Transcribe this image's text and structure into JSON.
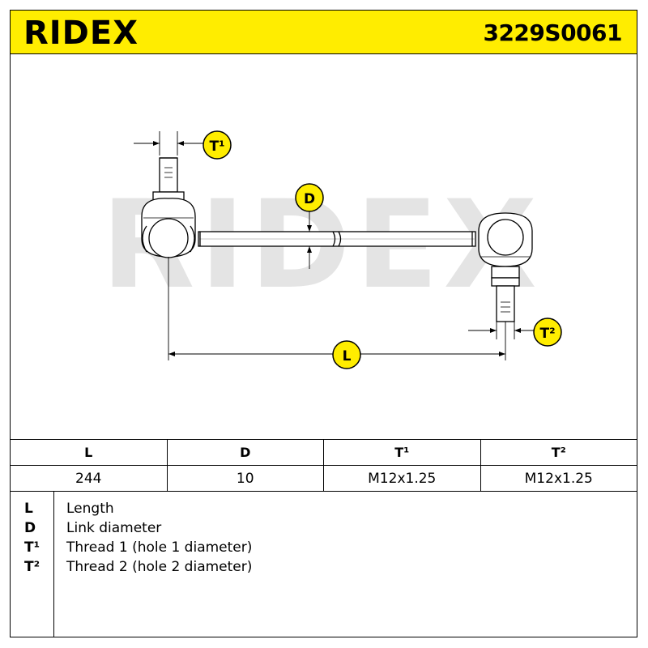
{
  "header": {
    "brand": "RIDEX",
    "part_number": "3229S0061",
    "background": "#ffed00"
  },
  "drawing": {
    "watermark": "RIDEX",
    "callouts": {
      "t1": "T¹",
      "t2": "T²",
      "d": "D",
      "l": "L"
    }
  },
  "spec_table": {
    "headers": [
      "L",
      "D",
      "T¹",
      "T²"
    ],
    "values": [
      "244",
      "10",
      "M12x1.25",
      "M12x1.25"
    ]
  },
  "legend": [
    {
      "key": "L",
      "desc": "Length"
    },
    {
      "key": "D",
      "desc": "Link diameter"
    },
    {
      "key": "T¹",
      "desc": "Thread 1 (hole 1 diameter)"
    },
    {
      "key": "T²",
      "desc": "Thread 2 (hole 2 diameter)"
    }
  ]
}
